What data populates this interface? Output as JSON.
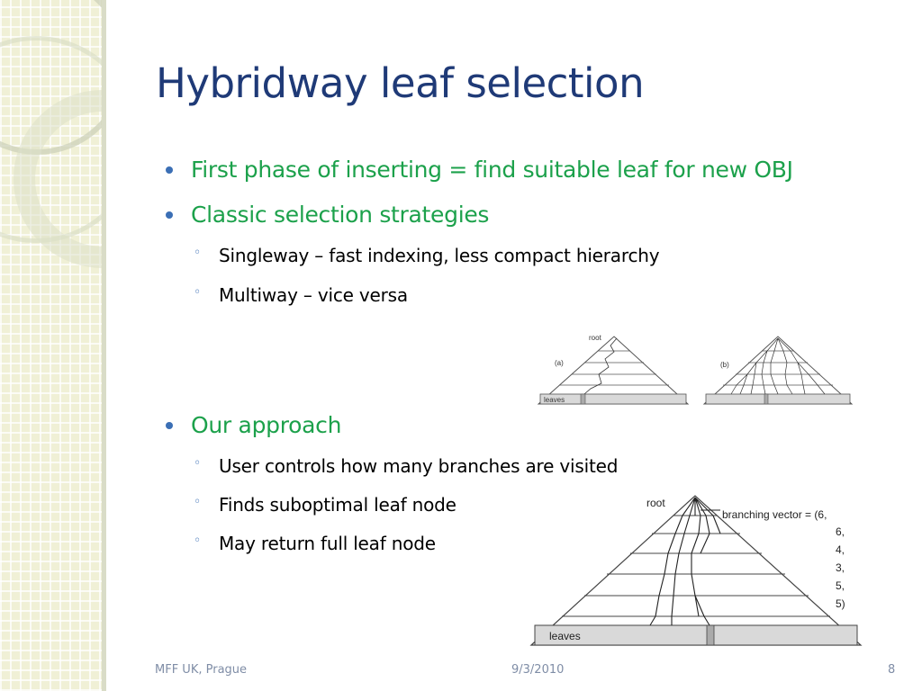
{
  "slide": {
    "title": "Hybridway leaf selection",
    "bullets": [
      {
        "text": "First phase of inserting = find suitable leaf for new OBJ"
      },
      {
        "text": "Classic selection strategies"
      },
      {
        "text": "Our approach"
      }
    ],
    "classic_sub": [
      "Singleway – fast indexing, less compact hierarchy",
      "Multiway – vice versa"
    ],
    "approach_sub": [
      "User controls how many branches are visited",
      "Finds suboptimal leaf node",
      "May return full leaf node"
    ]
  },
  "figure_small": {
    "a": {
      "tag": "(a)",
      "root": "root",
      "leaves": "leaves"
    },
    "b": {
      "tag": "(b)"
    }
  },
  "figure_large": {
    "root": "root",
    "leaves": "leaves",
    "vector_label": "branching vector = (6,",
    "vector_values": [
      "6,",
      "4,",
      "3,",
      "5,",
      "5)"
    ]
  },
  "footer": {
    "left": "MFF UK, Prague",
    "center": "9/3/2010",
    "page": "8"
  },
  "colors": {
    "title": "#1f3a77",
    "bullet_text": "#1ca14b",
    "bullet_dot": "#3b6fb5",
    "footer": "#7f8da6"
  }
}
